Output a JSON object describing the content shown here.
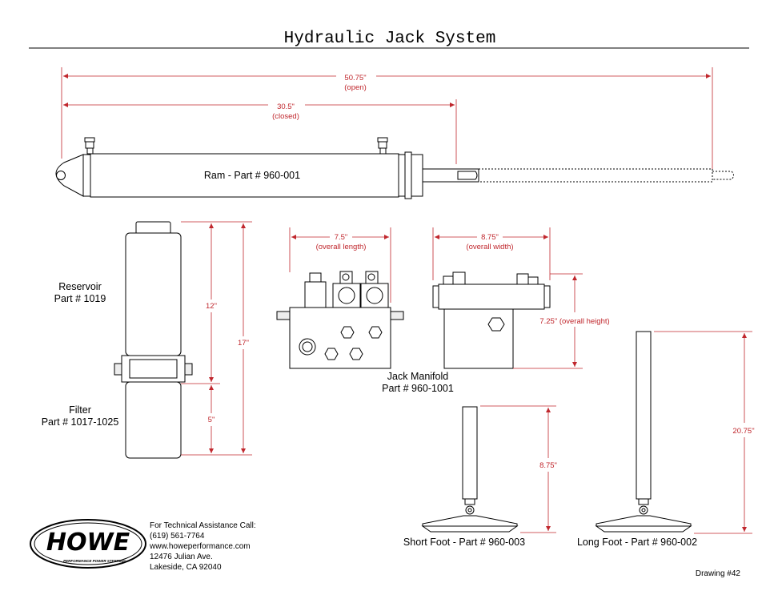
{
  "title": "Hydraulic Jack System",
  "ram": {
    "label": "Ram - Part # 960-001",
    "dim_open": "50.75\"",
    "dim_open_note": "(open)",
    "dim_closed": "30.5\"",
    "dim_closed_note": "(closed)"
  },
  "reservoir": {
    "label_line1": "Reservoir",
    "label_line2": "Part # 1019",
    "dim_reservoir": "12\"",
    "dim_total": "17\""
  },
  "filter": {
    "label_line1": "Filter",
    "label_line2": "Part # 1017-1025",
    "dim": "5\""
  },
  "manifold": {
    "label_line1": "Jack Manifold",
    "label_line2": "Part # 960-1001",
    "dim_length": "7.5\"",
    "dim_length_note": "(overall length)",
    "dim_width": "8.75\"",
    "dim_width_note": "(overall width)",
    "dim_height": "7.25\" (overall height)"
  },
  "short_foot": {
    "label": "Short Foot - Part # 960-003",
    "dim": "8.75\""
  },
  "long_foot": {
    "label": "Long Foot - Part # 960-002",
    "dim": "20.75\""
  },
  "company": {
    "logo_text": "HOWE",
    "logo_tagline": "PERFORMANCE POWER STEERING",
    "contact_heading": "For Technical Assistance Call:",
    "phone": "(619) 561-7764",
    "website": "www.howeperformance.com",
    "address_line1": "12476 Julian Ave.",
    "address_line2": "Lakeside, CA 92040"
  },
  "drawing_number": "Drawing #42",
  "colors": {
    "dimension": "#c0272d",
    "line": "#000000",
    "background": "#ffffff"
  }
}
